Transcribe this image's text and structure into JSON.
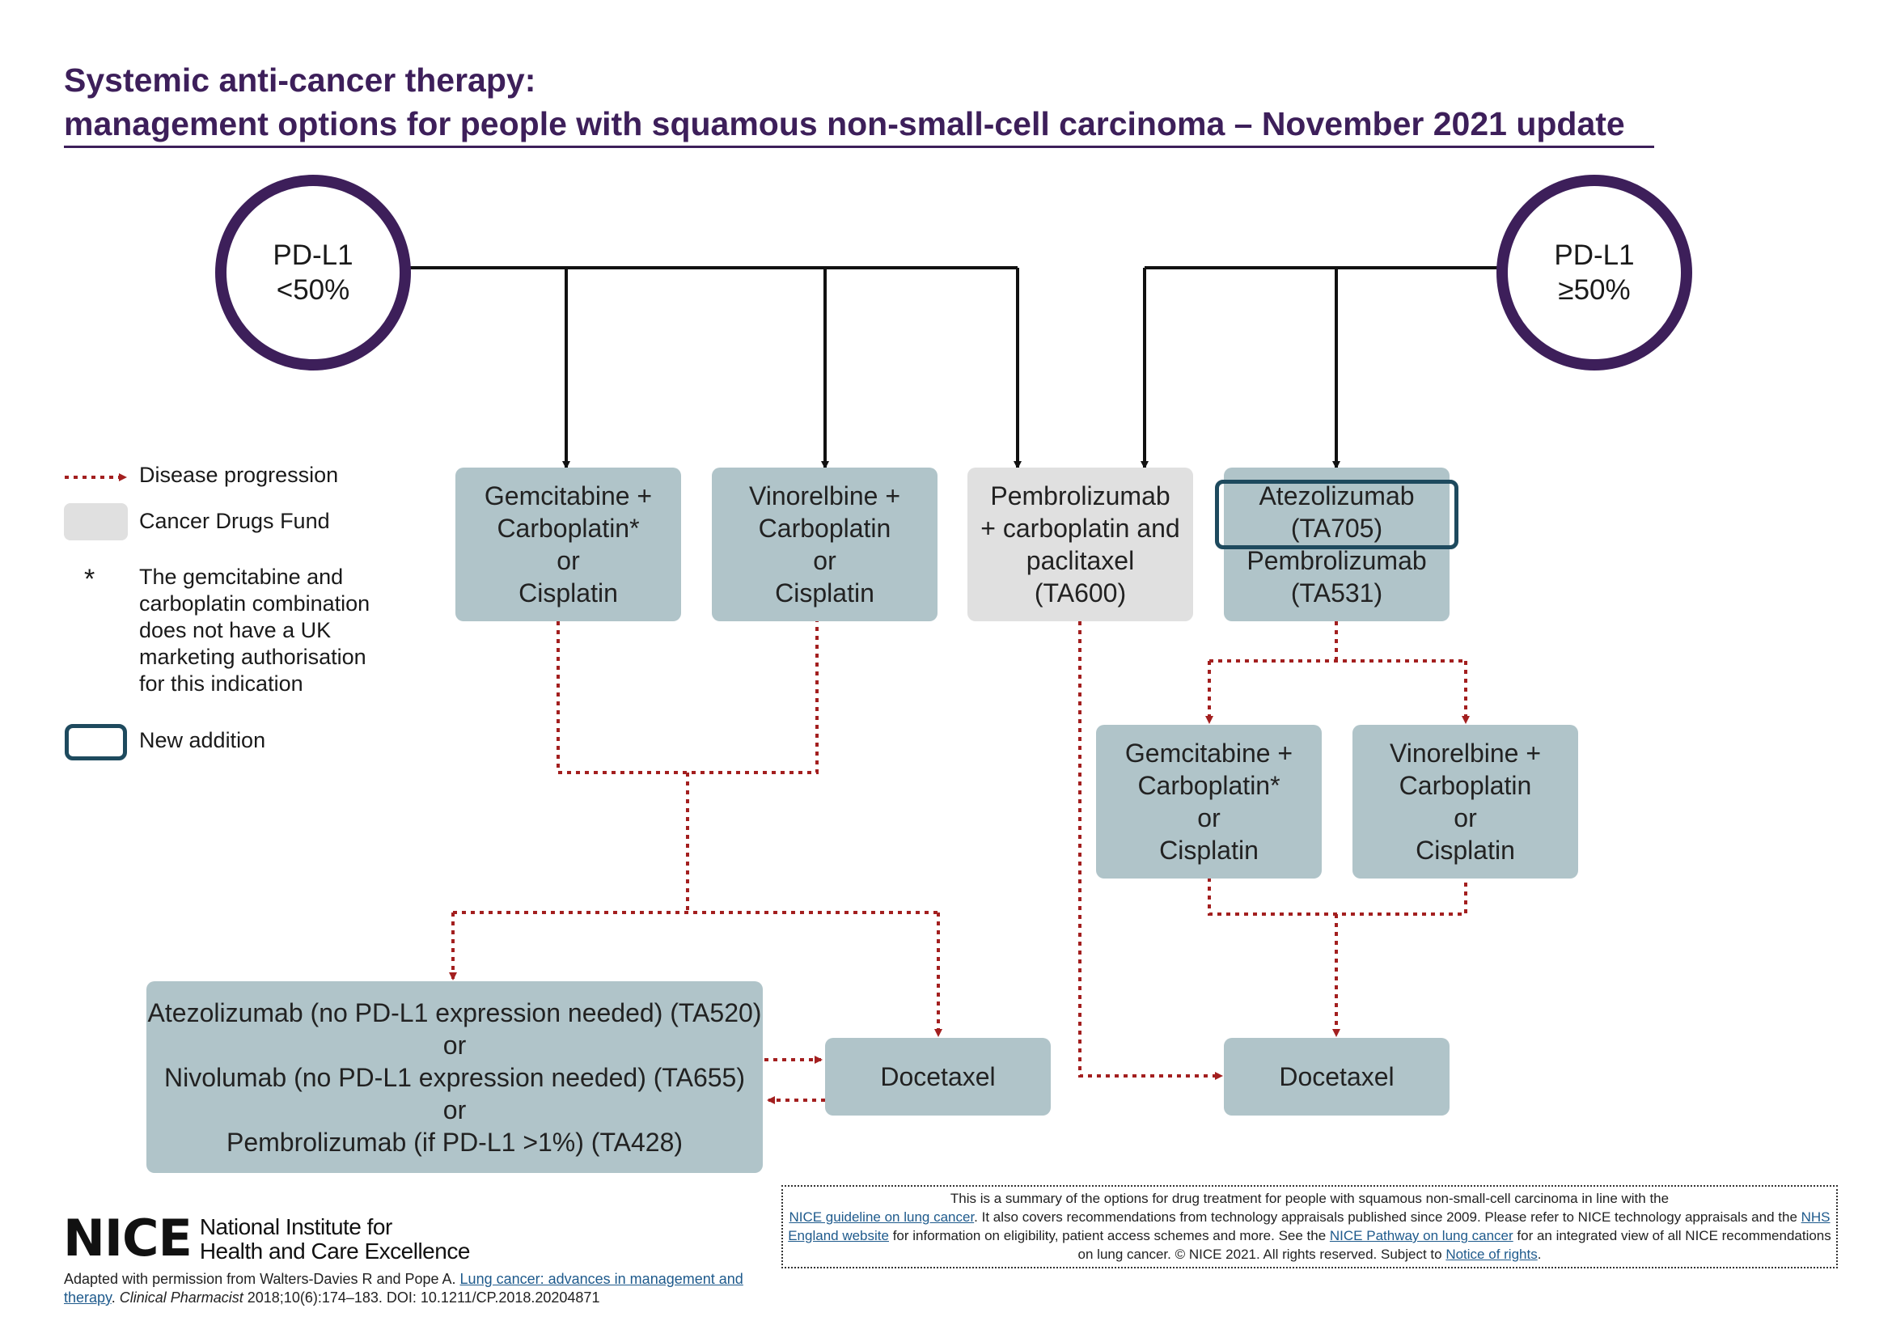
{
  "title": {
    "line1": "Systemic anti-cancer therapy:",
    "line2": "management options for people with squamous non-small-cell carcinoma – November 2021 update"
  },
  "colors": {
    "title_purple": "#3d1f5a",
    "box_fill": "#b0c4c9",
    "cdf_fill": "#e0e0e0",
    "progression_red": "#a31f1f",
    "new_addition_outline": "#1e4a5e"
  },
  "circles": {
    "left": {
      "line1": "PD-L1",
      "line2": "<50%"
    },
    "right": {
      "line1": "PD-L1",
      "line2": "≥50%"
    }
  },
  "legend": {
    "progression": "Disease progression",
    "cdf": "Cancer Drugs Fund",
    "asterisk_symbol": "*",
    "asterisk_lines": [
      "The gemcitabine and",
      "carboplatin combination",
      "does not have a UK",
      "marketing authorisation",
      "for this indication"
    ],
    "new_addition": "New addition"
  },
  "boxes": {
    "gem_top": [
      "Gemcitabine +",
      "Carboplatin*",
      "or",
      "Cisplatin"
    ],
    "vin_top": [
      "Vinorelbine +",
      "Carboplatin",
      "or",
      "Cisplatin"
    ],
    "pembro_cdf": [
      "Pembrolizumab",
      "+ carboplatin and",
      "paclitaxel",
      "(TA600)"
    ],
    "atezo_pembro": [
      "Atezolizumab",
      "(TA705)",
      "Pembrolizumab",
      "(TA531)"
    ],
    "gem_right": [
      "Gemcitabine +",
      "Carboplatin*",
      "or",
      "Cisplatin"
    ],
    "vin_right": [
      "Vinorelbine +",
      "Carboplatin",
      "or",
      "Cisplatin"
    ],
    "immuno_bottom": [
      "Atezolizumab (no PD-L1 expression needed) (TA520)",
      "or",
      "Nivolumab (no PD-L1 expression needed) (TA655)",
      "or",
      "Pembrolizumab (if PD-L1 >1%) (TA428)"
    ],
    "docetaxel_left": [
      "Docetaxel"
    ],
    "docetaxel_right": [
      "Docetaxel"
    ]
  },
  "footer": {
    "logo_word": "NICE",
    "logo_line1": "National Institute for",
    "logo_line2": "Health and Care Excellence",
    "credit_prefix": "Adapted with permission from Walters-Davies R and Pope A. ",
    "credit_link": "Lung cancer: advances in management and therapy",
    "credit_mid": ". ",
    "credit_journal": "Clinical Pharmacist",
    "credit_suffix": " 2018;10(6):174–183. DOI: 10.1211/CP.2018.20204871",
    "disclaimer": {
      "p1": "This is a summary of the options for drug treatment for people with squamous non-small-cell carcinoma in line with the",
      "link1": "NICE guideline on lung cancer",
      "p2": ". It also covers recommendations from technology appraisals published since 2009. Please refer to NICE technology appraisals and the ",
      "link2": "NHS England website",
      "p3": " for information on eligibility, patient access schemes and more. See the ",
      "link3": "NICE Pathway on lung cancer",
      "p4": " for an integrated view of all NICE recommendations on lung cancer. © NICE 2021. All rights reserved. Subject to ",
      "link4": "Notice of rights",
      "p5": "."
    }
  }
}
